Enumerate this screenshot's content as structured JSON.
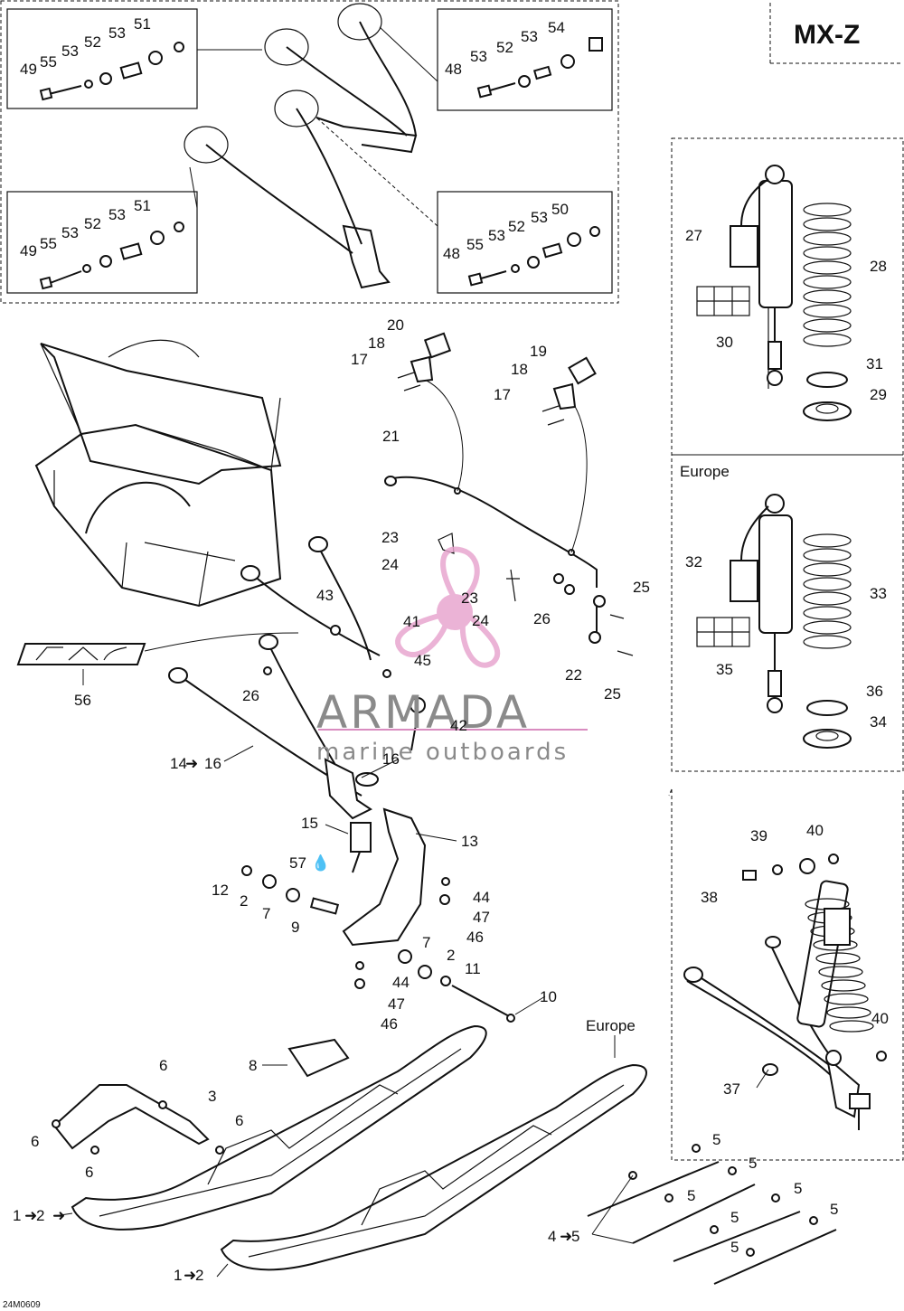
{
  "title": "MX-Z",
  "diagram_code": "24M0609",
  "region_labels": {
    "europe_shock": "Europe",
    "europe_ski": "Europe"
  },
  "watermark": {
    "brand": "ARMADA",
    "tagline": "marine outboards",
    "colors": {
      "logo": "#e8a6cf",
      "text": "#8a8a8a",
      "line": "#d98cc0"
    }
  },
  "callouts": {
    "tl": [
      "51",
      "53",
      "52",
      "53",
      "49",
      "55"
    ],
    "tr": [
      "54",
      "53",
      "52",
      "53",
      "48"
    ],
    "bl": [
      "51",
      "53",
      "52",
      "53",
      "49",
      "55"
    ],
    "br": [
      "50",
      "53",
      "52",
      "53",
      "48",
      "55"
    ],
    "shock": [
      "27",
      "28",
      "30",
      "31",
      "29"
    ],
    "shock_eu": [
      "32",
      "33",
      "35",
      "36",
      "34"
    ],
    "shock_r": [
      "39",
      "40",
      "38",
      "40",
      "37"
    ],
    "sway": [
      "20",
      "18",
      "17",
      "19",
      "18",
      "17",
      "21"
    ],
    "main": [
      "23",
      "24",
      "23",
      "24",
      "25",
      "26",
      "43",
      "41",
      "45",
      "22",
      "25",
      "26",
      "42",
      "56",
      "14",
      "16",
      "16",
      "15",
      "13",
      "57",
      "12",
      "2",
      "7",
      "9",
      "44",
      "47",
      "46",
      "7",
      "2",
      "11",
      "44",
      "47",
      "46",
      "10",
      "8",
      "6",
      "3",
      "6",
      "6",
      "6",
      "1",
      "2",
      "1",
      "2",
      "5",
      "5",
      "5",
      "5",
      "5",
      "5",
      "5",
      "4",
      "5"
    ]
  }
}
